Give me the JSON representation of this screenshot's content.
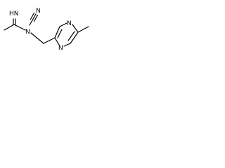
{
  "molecule": {
    "atom_labels": {
      "imine": "HN",
      "amine_n": "N",
      "nitrile_n": "N",
      "ring_n_top": "N",
      "ring_n_bottom": "N"
    }
  }
}
